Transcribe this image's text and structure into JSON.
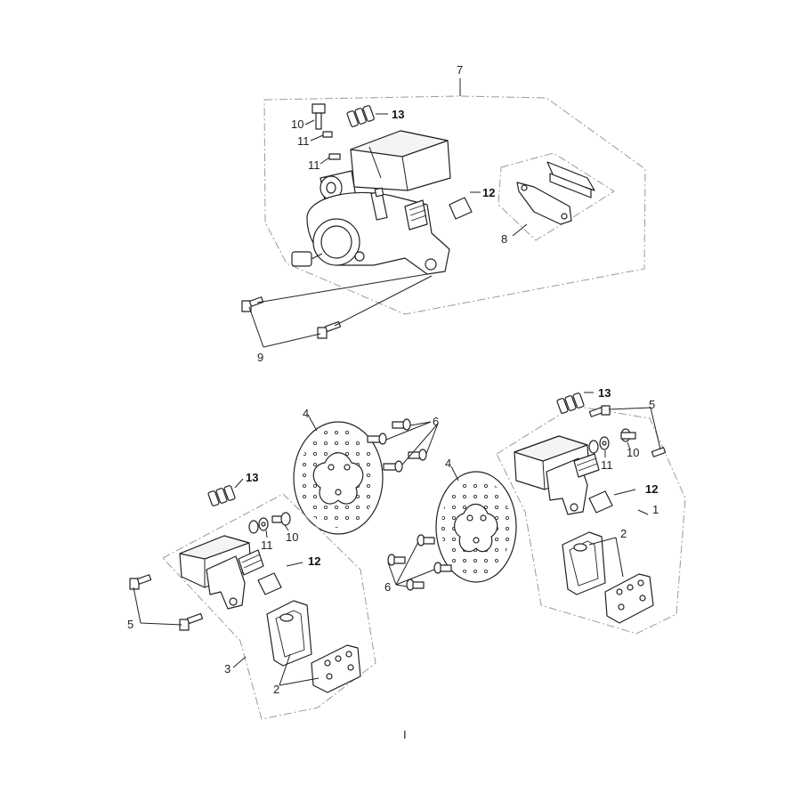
{
  "diagram": {
    "labels": {
      "top_assembly": "7",
      "bolt_10_top": "10",
      "washer_11_a": "11",
      "washer_11_b": "11",
      "spring_13_top": "13",
      "pin_12_top": "12",
      "bracket_8": "8",
      "screws_9": "9",
      "disc_4_left": "4",
      "disc_4_right": "4",
      "bolts_6_top": "6",
      "bolts_6_bottom": "6",
      "spring_13_left": "13",
      "washer_11_left": "11",
      "bolt_10_left": "10",
      "pin_12_left": "12",
      "screws_5_left": "5",
      "caliper_3_left": "3",
      "pads_2_left": "2",
      "spring_13_right": "13",
      "screws_5_right": "5",
      "washer_11_right": "11",
      "bolt_10_right": "10",
      "pin_12_right": "12",
      "caliper_1_right": "1",
      "pads_2_right": "2",
      "page_mark": "I"
    }
  }
}
